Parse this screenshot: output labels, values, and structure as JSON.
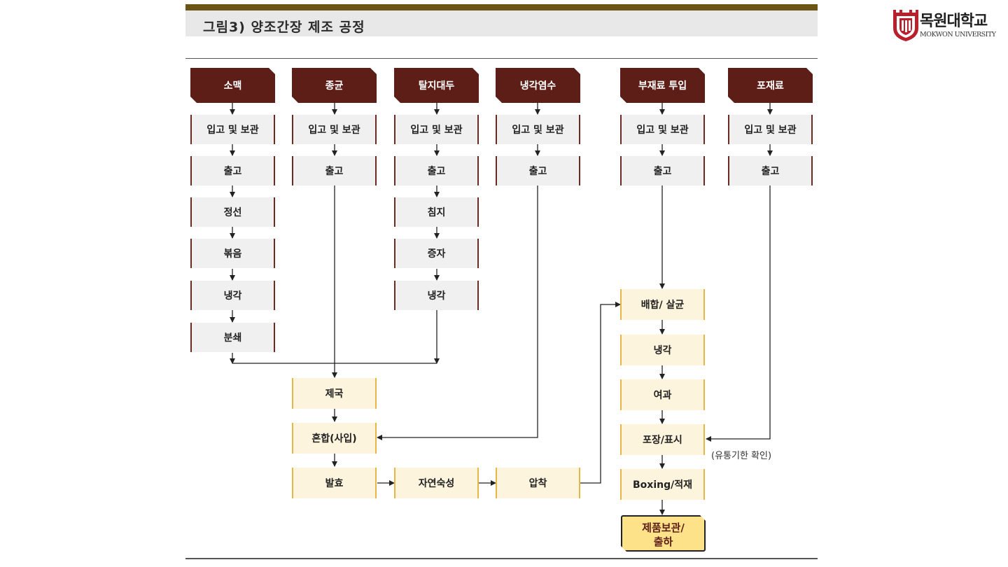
{
  "title": "그림3) 양조간장 제조 공정",
  "logo": {
    "name": "목원대학교",
    "english": "MOKWON UNIVERSITY"
  },
  "columns": [
    {
      "head": "소맥",
      "steps": [
        "입고 및 보관",
        "출고",
        "정선",
        "볶음",
        "냉각",
        "분쇄"
      ]
    },
    {
      "head": "종균",
      "steps": [
        "입고 및 보관",
        "출고"
      ]
    },
    {
      "head": "탈지대두",
      "steps": [
        "입고 및 보관",
        "출고",
        "침지",
        "증자",
        "냉각"
      ]
    },
    {
      "head": "냉각염수",
      "steps": [
        "입고 및 보관",
        "출고"
      ]
    },
    {
      "head": "부재료 투입",
      "steps": [
        "입고 및 보관",
        "출고"
      ]
    },
    {
      "head": "포재료",
      "steps": [
        "입고 및 보관",
        "출고"
      ]
    }
  ],
  "process": {
    "jegook": "제국",
    "mix": "혼합(사입)",
    "ferment": "발효",
    "aging": "자연숙성",
    "press": "압착",
    "blend": "배합/ 살균",
    "cool": "냉각",
    "filter": "여과",
    "pack": "포장/표시",
    "boxing": "Boxing/적재",
    "final_line1": "제품보관/",
    "final_line2": "출하"
  },
  "note": "(유통기한 확인)",
  "colors": {
    "header": "#5c1e16",
    "gold_bar": "#6b5417",
    "yellow_box": "#fdf4dd",
    "final_box": "#fde28a"
  }
}
